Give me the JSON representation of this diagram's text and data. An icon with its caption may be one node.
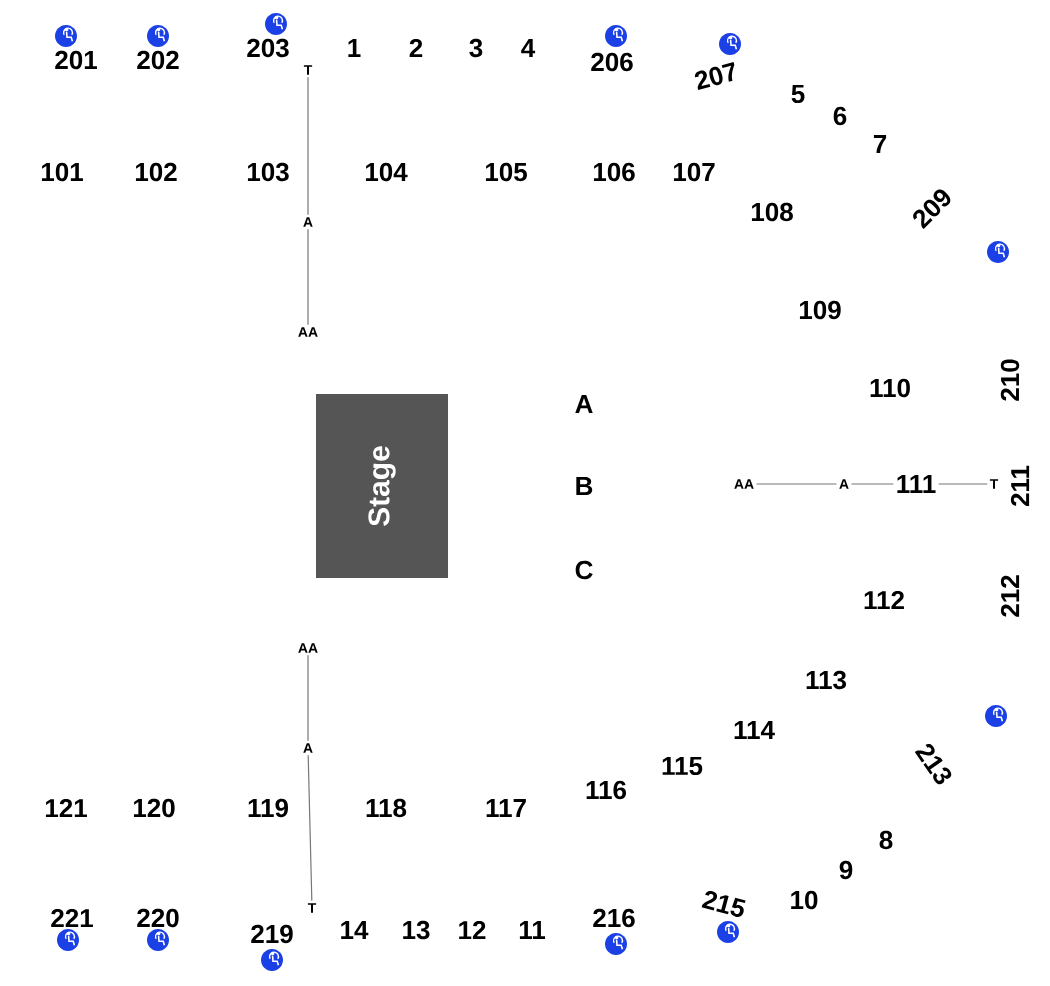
{
  "diagram": {
    "nodes": [
      {
        "text": [
          "T"
        ]
      },
      {
        "text": [
          "A"
        ]
      },
      {
        "text": [
          "AA"
        ]
      },
      {
        "text": [
          "Stage"
        ]
      },
      {
        "text": [
          "AA"
        ]
      },
      {
        "text": [
          "A"
        ]
      },
      {
        "text": [
          "111"
        ]
      },
      {
        "text": [
          "T"
        ]
      },
      {
        "text": [
          "AA"
        ]
      },
      {
        "text": [
          "A"
        ]
      },
      {
        "text": [
          "T"
        ]
      }
    ],
    "edges": [
      {
        "from": 0,
        "to": 1,
        "arrow": "none"
      },
      {
        "from": 1,
        "to": 2,
        "arrow": "none"
      },
      {
        "from": 4,
        "to": 5,
        "arrow": "none"
      },
      {
        "from": 5,
        "to": 6,
        "arrow": "none"
      },
      {
        "from": 6,
        "to": 7,
        "arrow": "none"
      },
      {
        "from": 8,
        "to": 9,
        "arrow": "none"
      },
      {
        "from": 9,
        "to": 10,
        "arrow": "none"
      }
    ],
    "labels": [
      "201",
      "202",
      "203",
      "1",
      "2",
      "3",
      "4",
      "206",
      "207",
      "5",
      "6",
      "7",
      "209",
      "101",
      "102",
      "103",
      "104",
      "105",
      "106",
      "107",
      "108",
      "109",
      "110",
      "210",
      "A",
      "B",
      "211",
      "C",
      "112",
      "212",
      "113",
      "114",
      "115",
      "116",
      "121",
      "120",
      "119",
      "118",
      "117",
      "213",
      "8",
      "9",
      "10",
      "221",
      "220",
      "219",
      "14",
      "13",
      "12",
      "11",
      "216",
      "215"
    ]
  }
}
